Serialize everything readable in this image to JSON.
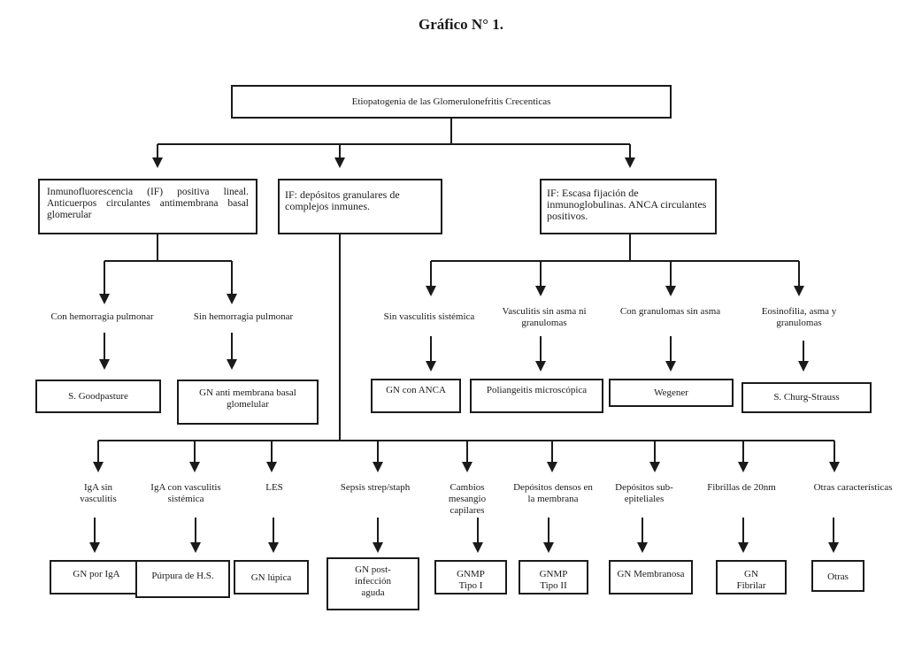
{
  "title": "Gráfico N° 1.",
  "root": "Etiopatogenia de las Glomerulonefritis Crecenticas",
  "categories": {
    "linear": "Inmunofluorescencia (IF) positiva lineal. Anticuerpos circulantes antimembrana basal glomerular",
    "granular": "IF: depósitos granulares de complejos inmunes.",
    "scarce": "IF: Escasa fijación de inmunoglobulinas. ANCA circulantes positivos."
  },
  "linear_branch": [
    {
      "condition": "Con hemorragia pulmonar",
      "result": "S. Goodpasture"
    },
    {
      "condition": "Sin hemorragia pulmonar",
      "result": "GN anti membrana basal glomelular"
    }
  ],
  "anca_branch": [
    {
      "condition": "Sin vasculitis sistémica",
      "result": "GN con ANCA"
    },
    {
      "condition": "Vasculitis sin asma ni granulomas",
      "result": "Poliangeitis microscópica"
    },
    {
      "condition": "Con granulomas sin asma",
      "result": "Wegener"
    },
    {
      "condition": "Eosinofilia, asma y granulomas",
      "result": "S. Churg-Strauss"
    }
  ],
  "granular_branch": [
    {
      "condition": "IgA sin vasculitis",
      "result": "GN por IgA"
    },
    {
      "condition": "IgA con vasculitis sistémica",
      "result": "Púrpura de H.S."
    },
    {
      "condition": "LES",
      "result": "GN lúpica"
    },
    {
      "condition": "Sepsis strep/staph",
      "result": "GN post-infección aguda"
    },
    {
      "condition": "Cambios mesangio capilares",
      "result": "GNMP Tipo I"
    },
    {
      "condition": "Depósitos densos en la membrana",
      "result": "GNMP Tipo II"
    },
    {
      "condition": "Depósitos sub-epiteliales",
      "result": "GN Membranosa"
    },
    {
      "condition": "Fibrillas de 20nm",
      "result": "GN Fibrilar"
    },
    {
      "condition": "Otras características",
      "result": "Otras"
    }
  ]
}
